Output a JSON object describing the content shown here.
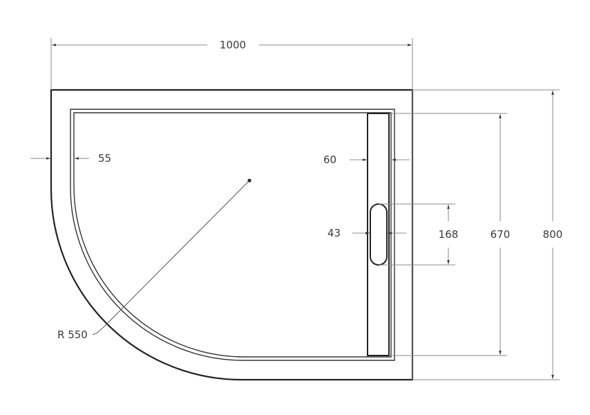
{
  "drawing": {
    "title": "Quarter-round shower tray technical drawing",
    "units": "mm",
    "colors": {
      "outline": "#222222",
      "dimension": "#777777",
      "text": "#3a3a3a",
      "background": "#ffffff"
    }
  },
  "dimensions": {
    "overall_width": "1000",
    "overall_depth": "800",
    "inner_depth": "670",
    "rim_width": "55",
    "drain_channel_width": "60",
    "drain_slot_width": "43",
    "drain_slot_length": "168",
    "radius": "R 550"
  }
}
